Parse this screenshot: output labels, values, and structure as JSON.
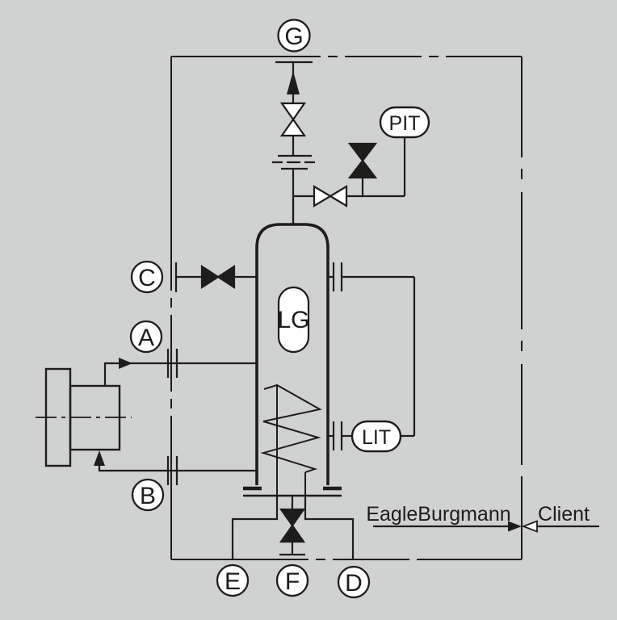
{
  "colors": {
    "background": "#d0d2d1",
    "line": "#1d1d1b",
    "symbol_fill": "#ffffff"
  },
  "nozzle_labels": {
    "g": "G",
    "c": "C",
    "a": "A",
    "b": "B",
    "e": "E",
    "f": "F",
    "d": "D"
  },
  "instruments": {
    "pressure_transmitter": "PIT",
    "level_gauge": "LG",
    "level_transmitter": "LIT"
  },
  "scope_split": {
    "supplier": "EagleBurgmann",
    "client": "Client"
  }
}
